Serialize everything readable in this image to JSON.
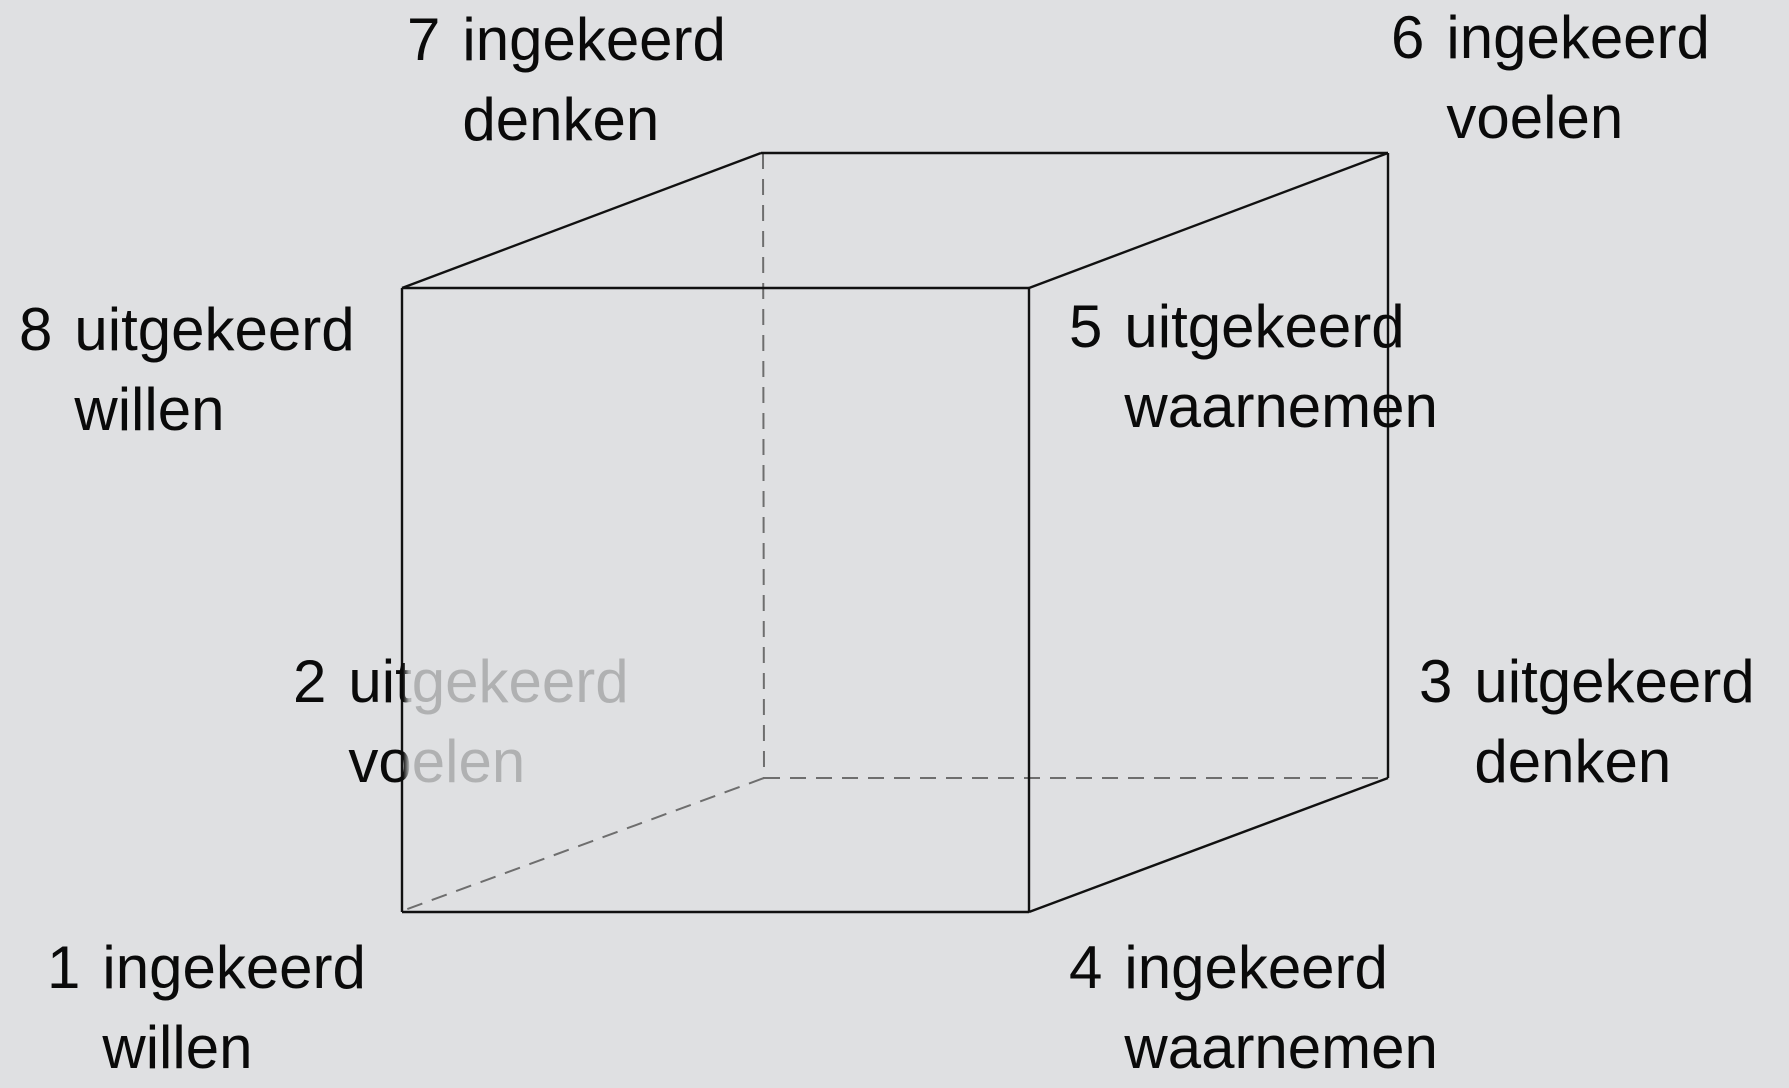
{
  "corners": [
    {
      "id": "1",
      "number": "1",
      "line1": "ingekeerd",
      "line2": "willen"
    },
    {
      "id": "2",
      "number": "2",
      "line1": "uitgekeerd",
      "line2": "voelen"
    },
    {
      "id": "3",
      "number": "3",
      "line1": "uitgekeerd",
      "line2": "denken"
    },
    {
      "id": "4",
      "number": "4",
      "line1": "ingekeerd",
      "line2": "waarnemen"
    },
    {
      "id": "5",
      "number": "5",
      "line1": "uitgekeerd",
      "line2": "waarnemen"
    },
    {
      "id": "6",
      "number": "6",
      "line1": "ingekeerd",
      "line2": "voelen"
    },
    {
      "id": "7",
      "number": "7",
      "line1": "ingekeerd",
      "line2": "denken"
    },
    {
      "id": "8",
      "number": "8",
      "line1": "uitgekeerd",
      "line2": "willen"
    }
  ],
  "colors": {
    "background": "#dfe0e2",
    "edge": "#111111",
    "hidden_edge": "#6e6e6e",
    "text": "#0a0a0a"
  }
}
